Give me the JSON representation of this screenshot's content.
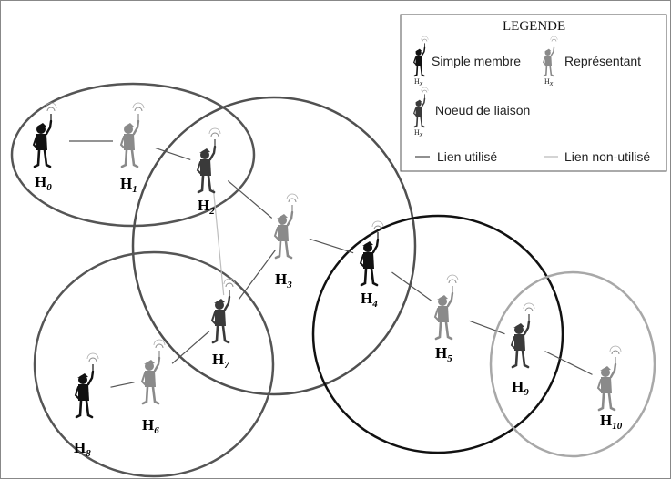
{
  "legend": {
    "title": "LEGENDE",
    "simple_member": "Simple membre",
    "representative": "Représentant",
    "link_node": "Noeud de liaison",
    "used_link": "Lien utilisé",
    "unused_link": "Lien non-utilisé",
    "icon_sub_base": "H",
    "icon_sub_index": "x"
  },
  "colors": {
    "simple_member": "#111111",
    "representative": "#8a8a8a",
    "link_node": "#3a3a3a",
    "used_link": "#555555",
    "unused_link": "#bdbdbd",
    "cluster_a": "#555555",
    "cluster_b": "#505050",
    "cluster_c": "#555555",
    "cluster_d": "#111111",
    "cluster_e": "#a8a8a8"
  },
  "nodes": [
    {
      "id": "H0",
      "base": "H",
      "index": "0",
      "role": "simple"
    },
    {
      "id": "H1",
      "base": "H",
      "index": "1",
      "role": "representative"
    },
    {
      "id": "H2",
      "base": "H",
      "index": "2",
      "role": "link"
    },
    {
      "id": "H3",
      "base": "H",
      "index": "3",
      "role": "representative"
    },
    {
      "id": "H4",
      "base": "H",
      "index": "4",
      "role": "simple"
    },
    {
      "id": "H5",
      "base": "H",
      "index": "5",
      "role": "representative"
    },
    {
      "id": "H6",
      "base": "H",
      "index": "6",
      "role": "representative"
    },
    {
      "id": "H7",
      "base": "H",
      "index": "7",
      "role": "link"
    },
    {
      "id": "H8",
      "base": "H",
      "index": "8",
      "role": "simple"
    },
    {
      "id": "H9",
      "base": "H",
      "index": "9",
      "role": "link"
    },
    {
      "id": "H10",
      "base": "H",
      "index": "10",
      "role": "representative"
    }
  ],
  "links": [
    {
      "from": "H0",
      "to": "H1",
      "status": "used"
    },
    {
      "from": "H1",
      "to": "H2",
      "status": "used"
    },
    {
      "from": "H2",
      "to": "H3",
      "status": "used"
    },
    {
      "from": "H3",
      "to": "H4",
      "status": "used"
    },
    {
      "from": "H4",
      "to": "H5",
      "status": "used"
    },
    {
      "from": "H5",
      "to": "H9",
      "status": "used"
    },
    {
      "from": "H9",
      "to": "H10",
      "status": "used"
    },
    {
      "from": "H3",
      "to": "H7",
      "status": "used"
    },
    {
      "from": "H7",
      "to": "H6",
      "status": "used"
    },
    {
      "from": "H6",
      "to": "H8",
      "status": "used"
    },
    {
      "from": "H2",
      "to": "H7",
      "status": "unused"
    }
  ]
}
